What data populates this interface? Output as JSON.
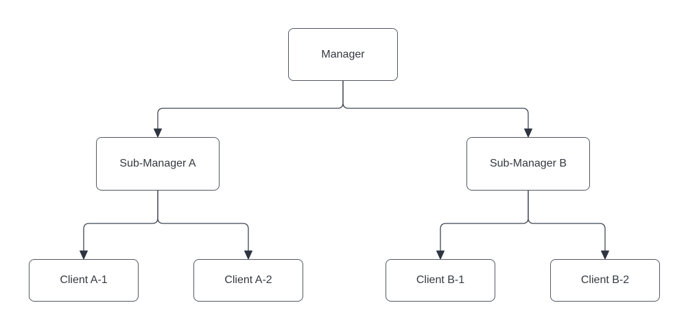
{
  "diagram": {
    "type": "org-chart-flow-diagram",
    "nodes": {
      "manager": {
        "label": "Manager"
      },
      "sub_a": {
        "label": "Sub-Manager A"
      },
      "sub_b": {
        "label": "Sub-Manager B"
      },
      "client_a1": {
        "label": "Client A-1"
      },
      "client_a2": {
        "label": "Client A-2"
      },
      "client_b1": {
        "label": "Client B-1"
      },
      "client_b2": {
        "label": "Client B-2"
      }
    },
    "edges": [
      {
        "from": "Manager",
        "to": "Sub-Manager A"
      },
      {
        "from": "Manager",
        "to": "Sub-Manager B"
      },
      {
        "from": "Sub-Manager A",
        "to": "Client A-1"
      },
      {
        "from": "Sub-Manager A",
        "to": "Client A-2"
      },
      {
        "from": "Sub-Manager B",
        "to": "Client B-1"
      },
      {
        "from": "Sub-Manager B",
        "to": "Client B-2"
      }
    ],
    "colors": {
      "background": "#ffffff",
      "node_fill": "#ffffff",
      "node_border": "#50565f",
      "edge_stroke": "#3e4450",
      "arrow_fill": "#2e3440",
      "text": "#33383f"
    }
  }
}
